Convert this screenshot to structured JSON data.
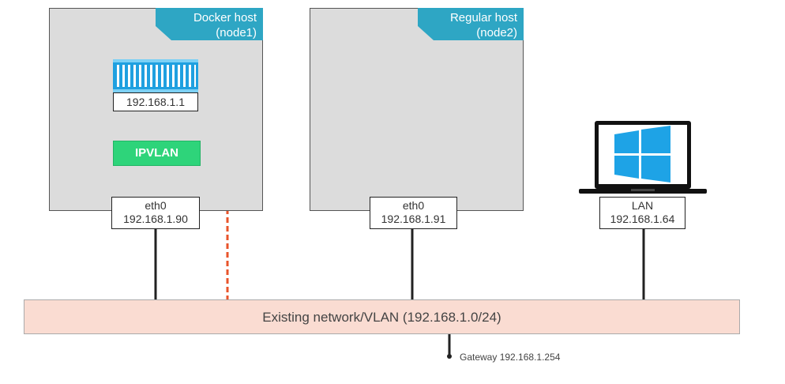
{
  "docker_host": {
    "tag_line1": "Docker host",
    "tag_line2": "(node1)",
    "container_ip": "192.168.1.1",
    "driver": "IPVLAN",
    "iface_name": "eth0",
    "iface_ip": "192.168.1.90"
  },
  "regular_host": {
    "tag_line1": "Regular host",
    "tag_line2": "(node2)",
    "iface_name": "eth0",
    "iface_ip": "192.168.1.91"
  },
  "laptop": {
    "iface_name": "LAN",
    "iface_ip": "192.168.1.64",
    "icon": "windows-laptop-icon"
  },
  "network": {
    "label": "Existing network/VLAN (192.168.1.0/24)"
  },
  "gateway": {
    "label": "Gateway 192.168.1.254"
  },
  "colors": {
    "host_tag": "#2ea6c4",
    "host_bg": "#dcdcdc",
    "ipvlan": "#2ed47a",
    "network_bg": "#fadcd2",
    "dashed_link": "#e8532a",
    "container": "#1fa0e0",
    "windows_logo": "#1ea3e6"
  }
}
